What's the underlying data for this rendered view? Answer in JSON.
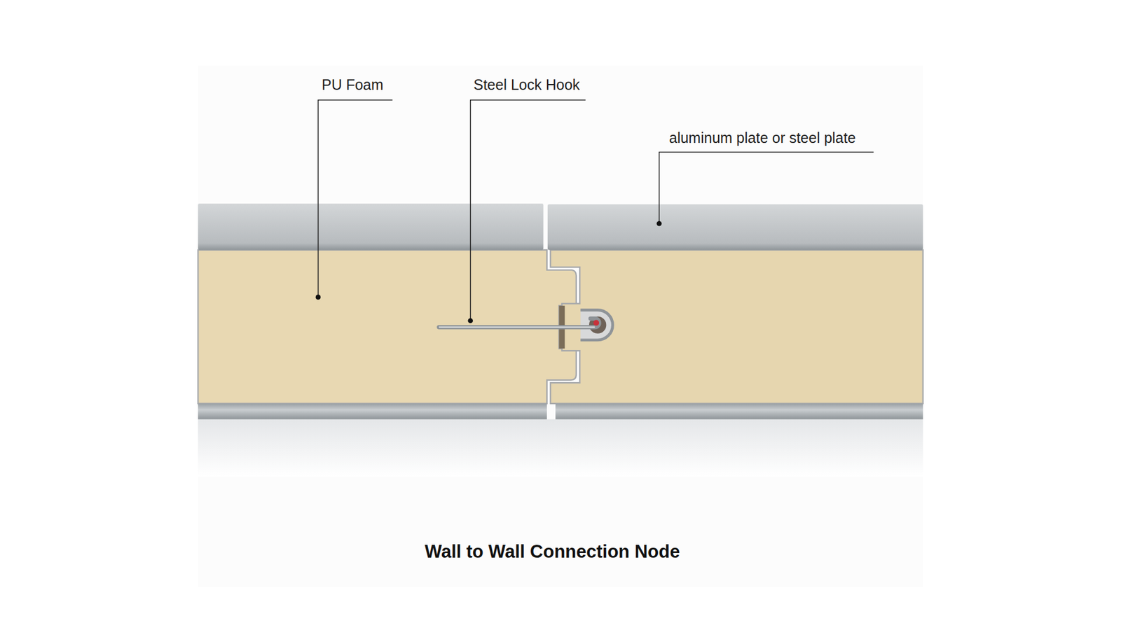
{
  "diagram": {
    "caption": "Wall to Wall Connection Node",
    "labels": [
      "PU Foam",
      "Steel Lock Hook",
      "aluminum plate or steel plate"
    ]
  }
}
